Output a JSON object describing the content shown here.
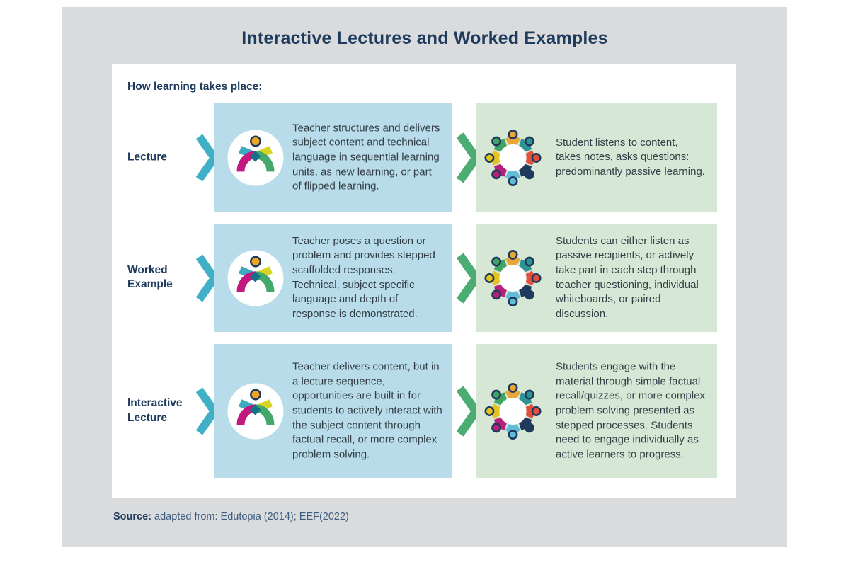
{
  "title": "Interactive Lectures and Worked Examples",
  "subtitle": "How learning takes place:",
  "rows": [
    {
      "label": "Lecture",
      "teacher": "Teacher structures and delivers subject content and technical language in sequential learning units, as new learning, or part of flipped learning.",
      "student": "Student listens to content, takes notes, asks questions: predominantly passive learning."
    },
    {
      "label": "Worked Example",
      "teacher": "Teacher poses a question or problem and provides stepped scaffolded responses. Technical, subject specific language and depth of response is demonstrated.",
      "student": "Students can either listen as passive recipients, or actively take part in each step through teacher questioning, individual whiteboards, or paired discussion."
    },
    {
      "label": "Interactive Lecture",
      "teacher": "Teacher delivers content, but in a lecture sequence, opportunities are built in for students to actively interact with the subject content through factual recall, or more complex problem solving.",
      "student": "Students engage with the material through simple factual recall/quizzes, or more complex problem solving presented as stepped processes. Students need to engage individually as active learners to progress."
    }
  ],
  "source": {
    "label": "Source:",
    "text": " adapted from: Edutopia (2014); EEF(2022)"
  },
  "icons": {
    "teacher": "teacher-figure-icon",
    "students": "student-group-circle-icon",
    "arrow": "chevron-right-icon"
  },
  "colors": {
    "background_gray": "#dadbdd",
    "teacher_box_blue": "#b8dce9",
    "student_box_green": "#d6e7d5",
    "chevron_teal": "#41b0c7",
    "chevron_green": "#4bad73",
    "heading_navy": "#1e3a5c",
    "body_text": "#323d45"
  }
}
